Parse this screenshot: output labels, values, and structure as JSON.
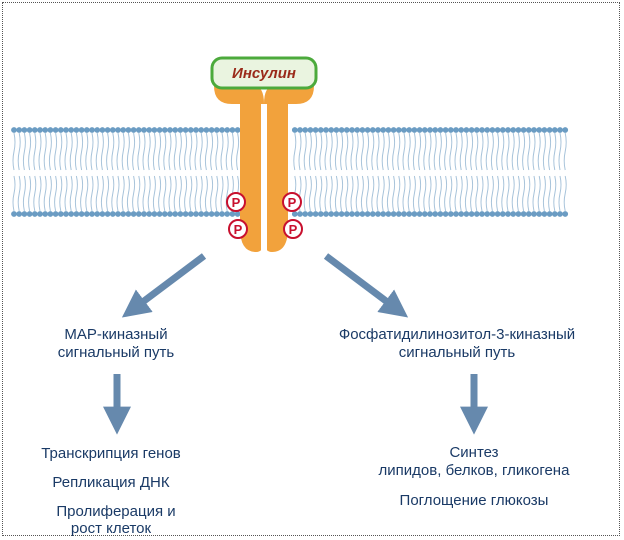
{
  "receptor": {
    "ligand_label": "Инсулин",
    "phospho_label": "P"
  },
  "pathways": {
    "left": {
      "title_line1": "МАР-киназный",
      "title_line2": "сигнальный путь",
      "outcomes": [
        "Транскрипция генов",
        "Репликация ДНК",
        "Пролиферация и",
        "рост клеток"
      ]
    },
    "right": {
      "title_line1": "Фосфатидилинозитол-3-киназный",
      "title_line2": "сигнальный путь",
      "outcomes": [
        "Синтез",
        "липидов, белков, гликогена",
        "Поглощение глюкозы"
      ]
    }
  },
  "colors": {
    "membrane_head": "#6b9cc3",
    "membrane_tail": "#a7c3da",
    "receptor": "#f2a23c",
    "ligand_fill": "#eaf4e0",
    "ligand_border": "#4caa3c",
    "ligand_text": "#9a2a1a",
    "arrow": "#6689ad",
    "phospho": "#c8102e",
    "text": "#1a3a66"
  }
}
